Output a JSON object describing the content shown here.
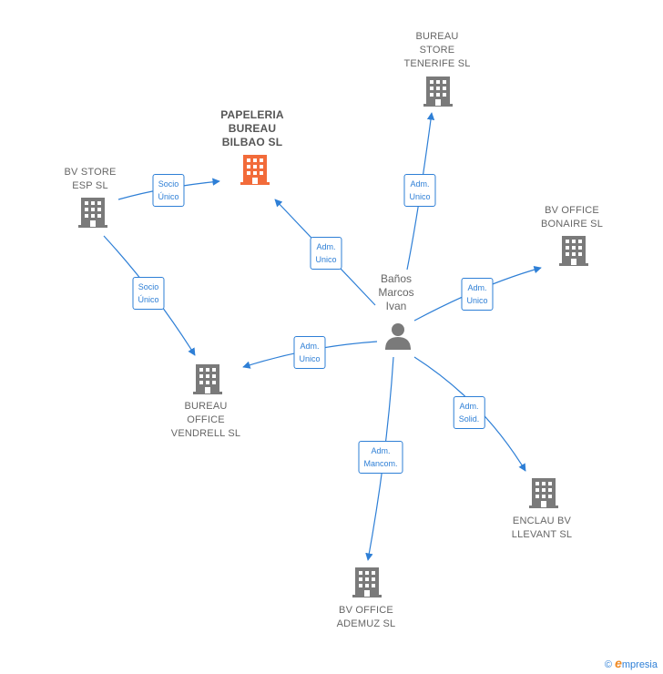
{
  "person": {
    "name": "Baños\nMarcos\nIvan"
  },
  "companies": {
    "papeleria": "PAPELERIA\nBUREAU\nBILBAO  SL",
    "bureau_store_tenerife": "BUREAU\nSTORE\nTENERIFE  SL",
    "bv_store_esp": "BV STORE\nESP  SL",
    "bv_office_bonaire": "BV OFFICE\nBONAIRE  SL",
    "bureau_office_vendrell": "BUREAU\nOFFICE\nVENDRELL  SL",
    "enclau_bv_llevant": "ENCLAU BV\nLLEVANT  SL",
    "bv_office_ademuz": "BV OFFICE\nADEMUZ  SL"
  },
  "edges": {
    "socio_unico_1": "Socio\nÚnico",
    "socio_unico_2": "Socio\nÚnico",
    "adm_unico_papeleria": "Adm.\nUnico",
    "adm_unico_tenerife": "Adm.\nUnico",
    "adm_unico_bonaire": "Adm.\nUnico",
    "adm_unico_vendrell": "Adm.\nUnico",
    "adm_solid": "Adm.\nSolid.",
    "adm_mancom": "Adm.\nMancom."
  },
  "footer": {
    "copyright": "©",
    "brand_initial": "e",
    "brand_rest": "mpresia"
  },
  "colors": {
    "highlight": "#f26b3a",
    "building": "#7a7a7a",
    "edge": "#2e7fd6"
  }
}
